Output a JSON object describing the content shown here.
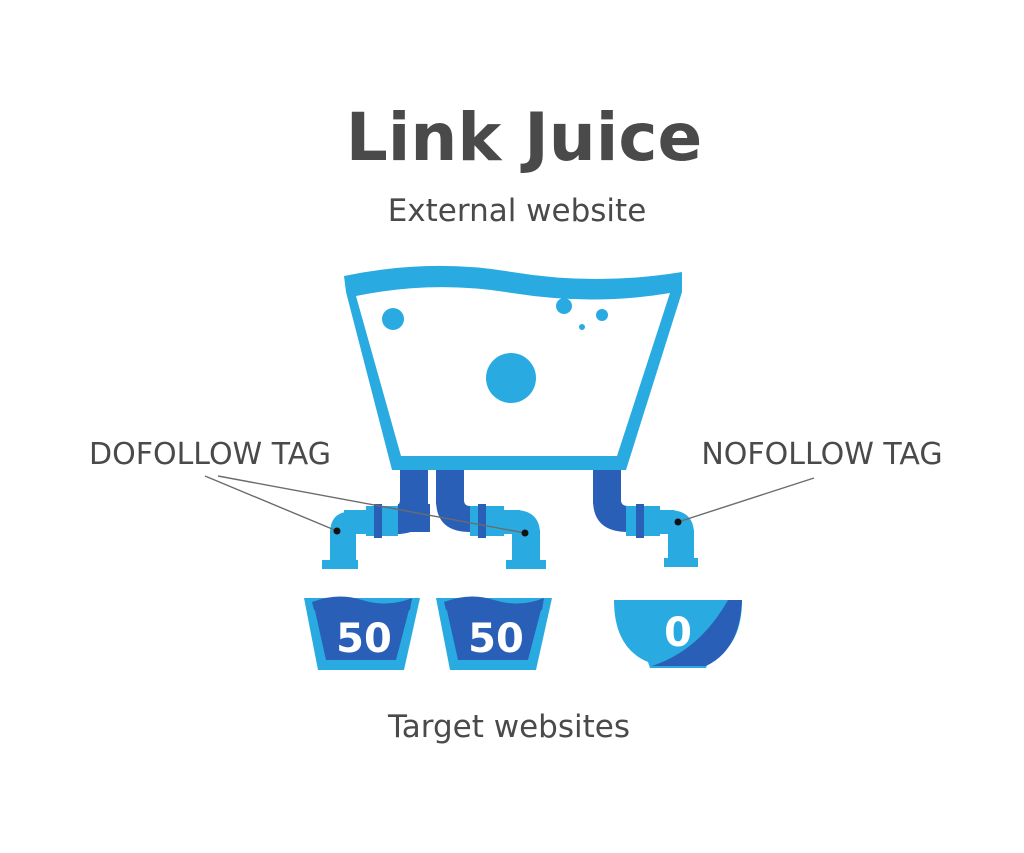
{
  "title": "Link Juice",
  "source_label": "External website",
  "target_label": "Target websites",
  "tags": {
    "dofollow": "DOFOLLOW TAG",
    "nofollow": "NOFOLLOW TAG"
  },
  "containers": [
    {
      "value": "50"
    },
    {
      "value": "50"
    },
    {
      "value": "0"
    }
  ],
  "colors": {
    "light_blue": "#29abe2",
    "dark_blue": "#2a5fb8",
    "text": "#4a4a4a",
    "background": "#ffffff"
  }
}
